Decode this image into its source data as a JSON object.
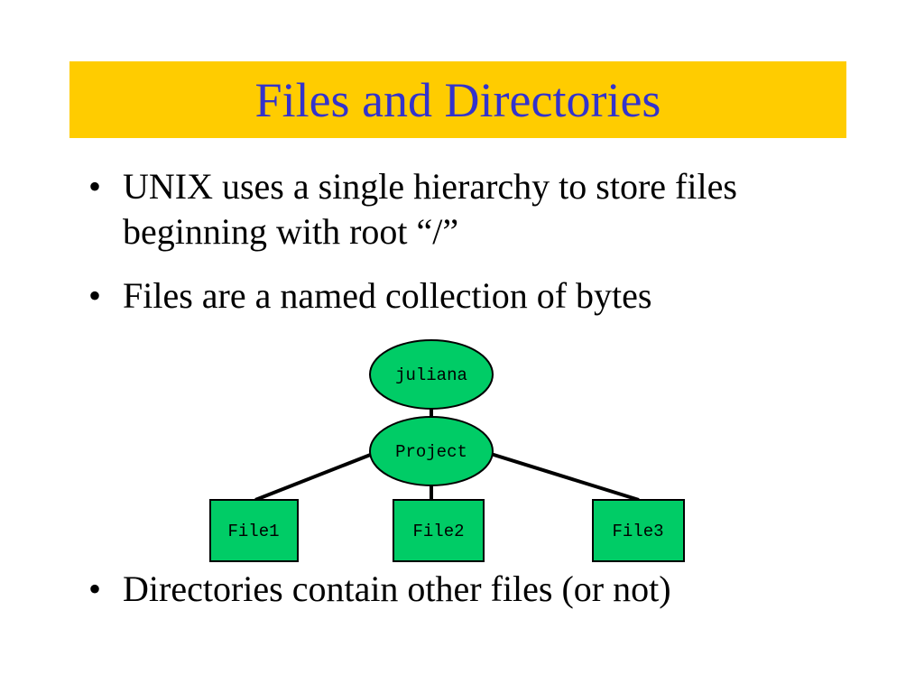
{
  "slide": {
    "title": "Files and Directories",
    "bullets": [
      {
        "marker": "•",
        "text": "UNIX uses a single hierarchy to store files beginning with root “/”"
      },
      {
        "marker": "•",
        "text": "Files are a named collection of bytes"
      },
      {
        "marker": "•",
        "text": "Directories contain other files (or not)"
      }
    ]
  },
  "tree": {
    "root": {
      "label": "juliana"
    },
    "directory": {
      "label": "Project"
    },
    "files": [
      {
        "label": "File1"
      },
      {
        "label": "File2"
      },
      {
        "label": "File3"
      }
    ]
  },
  "colors": {
    "title_background": "#ffcc00",
    "title_text": "#3333cc",
    "node_fill": "#00cc66",
    "edge": "#000000"
  }
}
